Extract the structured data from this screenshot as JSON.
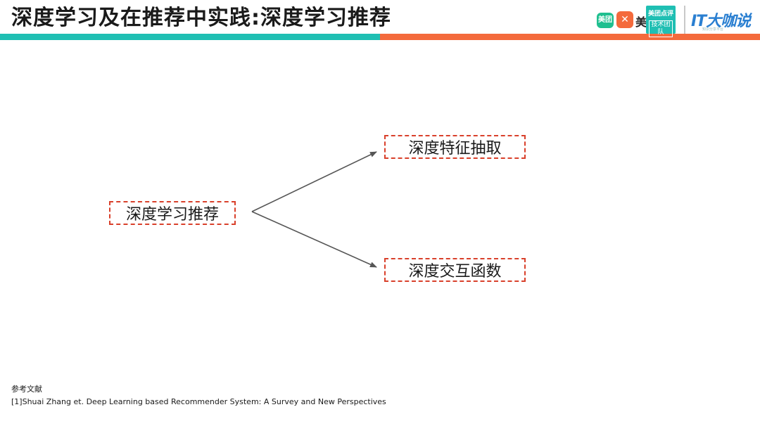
{
  "header": {
    "title": "深度学习及在推荐中实践:深度学习推荐",
    "colors": {
      "teal": "#1fbfb3",
      "orange": "#f46a3c"
    }
  },
  "logos": {
    "meituan_icon": "美团",
    "dianping_icon": "✕",
    "mei_text": "美",
    "tech_team_line1": "美团点评",
    "tech_team_line2": "技术团队",
    "itdks": "IT大咖说",
    "itdks_sub": "知识分享平台"
  },
  "diagram": {
    "root": "深度学习推荐",
    "branches": [
      "深度特征抽取",
      "深度交互函数"
    ],
    "colors": {
      "box_border": "#d9402b",
      "arrow": "#555555"
    }
  },
  "references": {
    "heading": "参考文献",
    "items": [
      "[1]Shuai Zhang et.  Deep Learning based Recommender System: A Survey and New Perspectives"
    ]
  }
}
